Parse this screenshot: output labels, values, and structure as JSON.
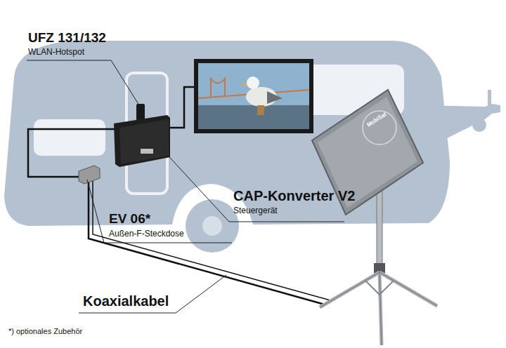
{
  "diagram": {
    "labels": [
      "UFZ 131/132",
      "WLAN-Hotspot",
      "CAP-Konverter V2",
      "Steuergerät",
      "EV 06*",
      "Außen-F-Steckdose",
      "Koaxialkabel",
      "*) optionales Zubehör",
      "MobiSat"
    ]
  }
}
